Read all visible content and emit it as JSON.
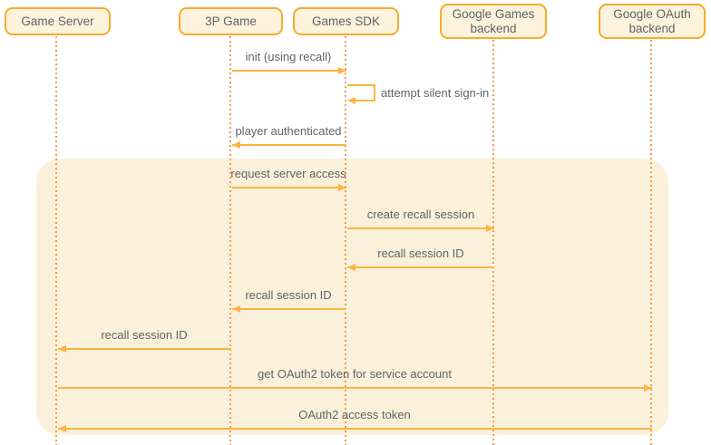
{
  "diagram": {
    "type": "sequence",
    "participants": [
      {
        "label": "Game Server"
      },
      {
        "label": "3P Game"
      },
      {
        "label": "Games SDK"
      },
      {
        "label": "Google Games backend"
      },
      {
        "label": "Google OAuth backend"
      }
    ],
    "messages": [
      {
        "label": "init (using recall)",
        "from": "3P Game",
        "to": "Games SDK",
        "kind": "arrow"
      },
      {
        "label": "attempt silent sign-in",
        "from": "Games SDK",
        "to": "Games SDK",
        "kind": "self"
      },
      {
        "label": "player authenticated",
        "from": "Games SDK",
        "to": "3P Game",
        "kind": "arrow"
      },
      {
        "label": "request server access",
        "from": "3P Game",
        "to": "Games SDK",
        "kind": "arrow",
        "in_highlight": true
      },
      {
        "label": "create recall session",
        "from": "Games SDK",
        "to": "Google Games backend",
        "kind": "arrow",
        "in_highlight": true
      },
      {
        "label": "recall session ID",
        "from": "Google Games backend",
        "to": "Games SDK",
        "kind": "arrow",
        "in_highlight": true
      },
      {
        "label": "recall session ID",
        "from": "Games SDK",
        "to": "3P Game",
        "kind": "arrow",
        "in_highlight": true
      },
      {
        "label": "recall session ID",
        "from": "3P Game",
        "to": "Game Server",
        "kind": "arrow",
        "in_highlight": true
      },
      {
        "label": "get OAuth2 token for service account",
        "from": "Game Server",
        "to": "Google OAuth backend",
        "kind": "arrow",
        "in_highlight": true
      },
      {
        "label": "OAuth2 access token",
        "from": "Google OAuth backend",
        "to": "Game Server",
        "kind": "arrow",
        "in_highlight": true
      }
    ],
    "colors": {
      "box_border": "#F6AB2C",
      "box_fill": "#FDF3DC",
      "region_fill": "#FBF1DA",
      "arrow": "#FBB441",
      "lifeline": "#EE9D53",
      "text": "#5F6368",
      "bg": "#FFFFFF"
    }
  }
}
